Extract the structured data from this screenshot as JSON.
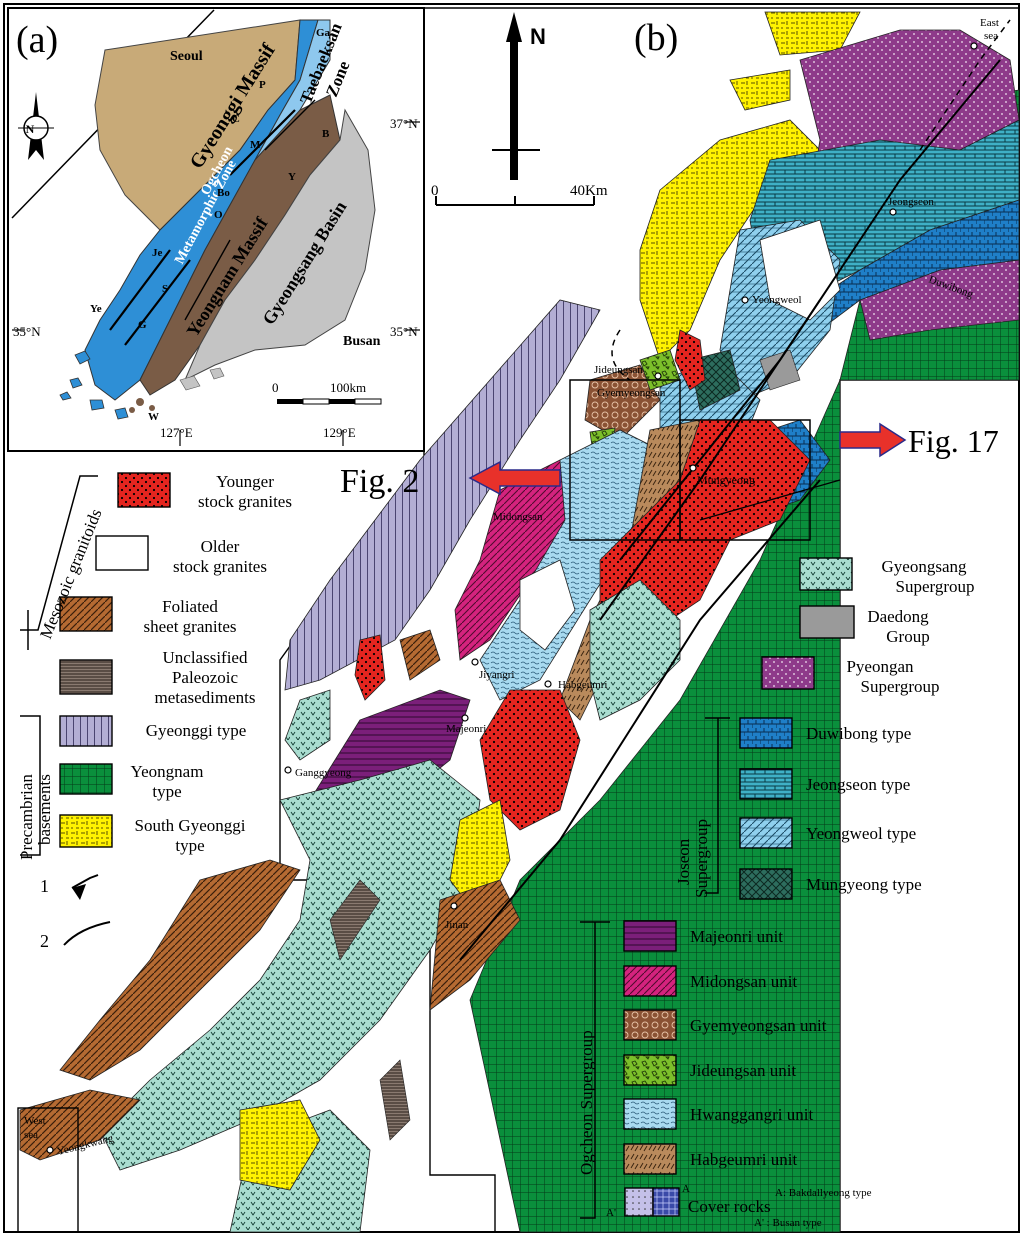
{
  "panel_a": {
    "label": "(a)",
    "places": {
      "seoul": "Seoul",
      "busan": "Busan",
      "gyeonggi_massif": "Gyeonggi Massif",
      "taebaeksan_zone_1": "Taebaeksan",
      "taebaeksan_zone_2": "Zone",
      "ogcheon_1": "Ogcheon",
      "ogcheon_2": "Metamorphic Zone",
      "yeongnam_massif": "Yeongnam Massif",
      "gyeongsang_basin": "Gyeongsang Basin"
    },
    "letters": [
      "Ga",
      "P",
      "C",
      "M",
      "B",
      "Y",
      "Bo",
      "O",
      "Je",
      "S",
      "G",
      "Ye",
      "W"
    ],
    "coords": {
      "lat_37": "37°N",
      "lat_35_left": "35°N",
      "lat_35_right": "35°N",
      "lon_127": "127°E",
      "lon_129": "129°E"
    },
    "scale": {
      "zero": "0",
      "end": "100km"
    },
    "north": "N"
  },
  "panel_b": {
    "label": "(b)",
    "north": "N",
    "scale": {
      "zero": "0",
      "end": "40Km"
    },
    "fig2": "Fig. 2",
    "fig17": "Fig. 17",
    "places": {
      "east_sea_1": "East",
      "east_sea_2": "sea",
      "west_sea_1": "West",
      "west_sea_2": "sea",
      "jeongseon": "Jeongseon",
      "yeongweol": "Yeongweol",
      "duwibong": "Duwibong",
      "jideungsan": "Jideungsan",
      "gyemyeongsan": "Gyemyeongsan",
      "mungyeong": "Mungyeong",
      "midongsan": "Midongsan",
      "jiyangri": "Jiyangri",
      "habgeumri": "Habgeumri",
      "majeonri": "Majeonri",
      "ganggyeong": "Ganggyeong",
      "jinan": "Jinan",
      "yeongkwang": "Yeongkwang"
    }
  },
  "legend_left": {
    "group_mesozoic": "Mesozoic granitoids",
    "group_precambrian_1": "Precambrian",
    "group_precambrian_2": "basements",
    "items": {
      "younger_1": "Younger",
      "younger_2": "stock granites",
      "older_1": "Older",
      "older_2": "stock granites",
      "foliated_1": "Foliated",
      "foliated_2": "sheet granites",
      "unclass_1": "Unclassified",
      "unclass_2": "Paleozoic",
      "unclass_3": "metasediments",
      "gyeonggi": "Gyeonggi type",
      "yeongnam_1": "Yeongnam",
      "yeongnam_2": "type",
      "south_gyeonggi_1": "South Gyeonggi",
      "south_gyeonggi_2": "type"
    },
    "symbol_1": "1",
    "symbol_2": "2"
  },
  "legend_right": {
    "gyeongsang_1": "Gyeongsang",
    "gyeongsang_2": "Supergroup",
    "daedong_1": "Daedong",
    "daedong_2": "Group",
    "pyeongan_1": "Pyeongan",
    "pyeongan_2": "Supergroup",
    "joseon_1": "Joseon",
    "joseon_2": "Supergroup",
    "duwibong": "Duwibong type",
    "jeongseon": "Jeongseon type",
    "yeongweol": "Yeongweol type",
    "mungyeong": "Mungyeong type",
    "ogcheon": "Ogcheon Supergroup",
    "majeonri": "Majeonri unit",
    "midongsan": "Midongsan unit",
    "gyemyeongsan": "Gyemyeongsan unit",
    "jideungsan": "Jideungsan unit",
    "hwanggangri": "Hwanggangri unit",
    "habgeumri": "Habgeumri unit",
    "cover_rocks": "Cover rocks",
    "cover_a_letter": "A",
    "cover_a_prime_letter": "A'",
    "cover_a": "A: Bakdallyeong type",
    "cover_a_prime": "A' : Busan type"
  },
  "colors": {
    "gyeonggi_massif": "#c8aa78",
    "ogcheon_zone": "#2e8fd6",
    "taebaeksan_zone": "#8ec8ee",
    "yeongnam_massif": "#7a5c46",
    "gyeongsang_basin": "#c4c4c4",
    "younger_granite": "#e5251f",
    "foliated_granite": "#b56a32",
    "gyeonggi_type": "#b3aed4",
    "yeongnam_type": "#0a8f3c",
    "south_gyeonggi": "#fff200",
    "gyeongsang_sg": "#a9ddd0",
    "daedong": "#9a9a9a",
    "pyeongan": "#8e3a8a",
    "duwibong": "#1f7fc8",
    "jeongseon": "#3fb0c6",
    "yeongweol": "#8fd0ee",
    "mungyeong": "#2d6d5e",
    "majeonri": "#7b1f7a",
    "midongsan": "#d4237e",
    "gyemyeongsan": "#8a5234",
    "jideungsan": "#7cbf2a",
    "hwanggangri": "#a8daf0",
    "habgeumri": "#b98a5c",
    "arrow": "#e8312a"
  }
}
